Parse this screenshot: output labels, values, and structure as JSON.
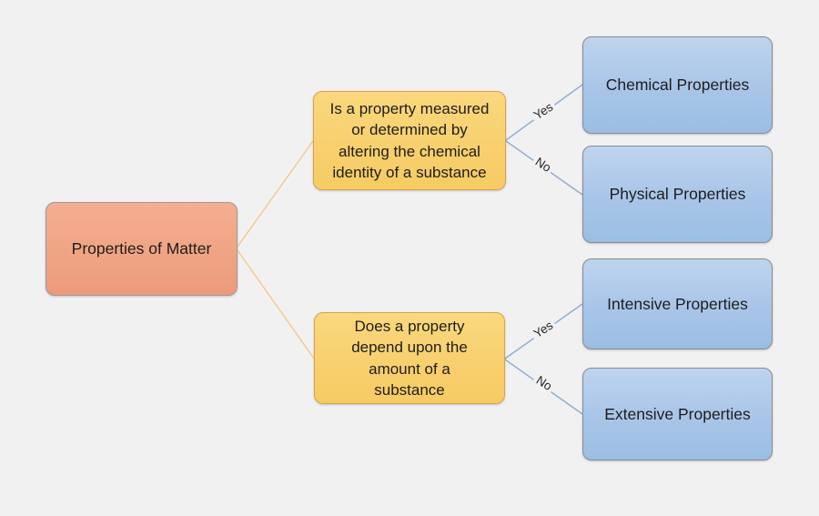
{
  "diagram": {
    "type": "decision-tree",
    "root": {
      "label": "Properties of Matter"
    },
    "questions": [
      {
        "label": "Is a property measured or determined by altering the chemical identity of a substance"
      },
      {
        "label": "Does  a property depend upon the amount of a substance"
      }
    ],
    "branches": [
      {
        "question": 0,
        "answer": "Yes",
        "outcome": "Chemical Properties"
      },
      {
        "question": 0,
        "answer": "No",
        "outcome": "Physical Properties"
      },
      {
        "question": 1,
        "answer": "Yes",
        "outcome": "Intensive Properties"
      },
      {
        "question": 1,
        "answer": "No",
        "outcome": "Extensive Properties"
      }
    ],
    "colors": {
      "background": "#f2f1f2",
      "root_fill": "#f0a484",
      "root_border": "#9b9b9b",
      "question_fill": "#f8d06e",
      "question_border": "#dba14c",
      "outcome_fill_top": "#bed4ee",
      "outcome_fill_bottom": "#9abee3",
      "outcome_border": "#888c93",
      "connector_orange": "#f5c992",
      "connector_blue": "#93afcf",
      "text": "#1d1d1d"
    }
  }
}
